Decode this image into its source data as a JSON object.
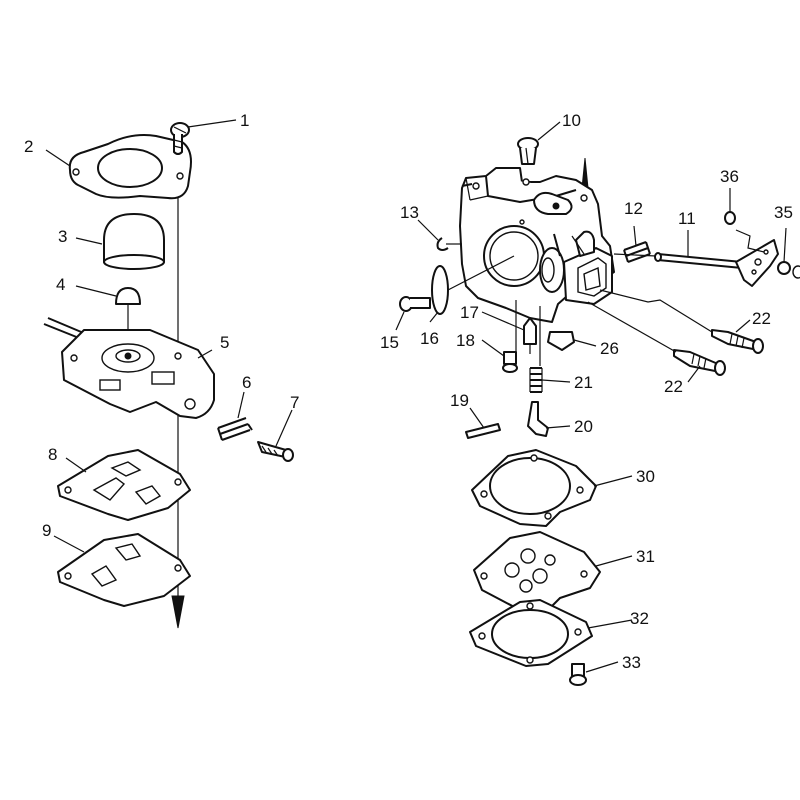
{
  "callouts": [
    "1",
    "2",
    "3",
    "4",
    "5",
    "6",
    "7",
    "8",
    "9",
    "10",
    "11",
    "12",
    "13",
    "35",
    "36",
    "15",
    "16",
    "17",
    "18",
    "19",
    "20",
    "21",
    "22",
    "22",
    "26",
    "30",
    "31",
    "32",
    "33"
  ],
  "colors": {
    "line": "#111111",
    "background": "#ffffff"
  }
}
